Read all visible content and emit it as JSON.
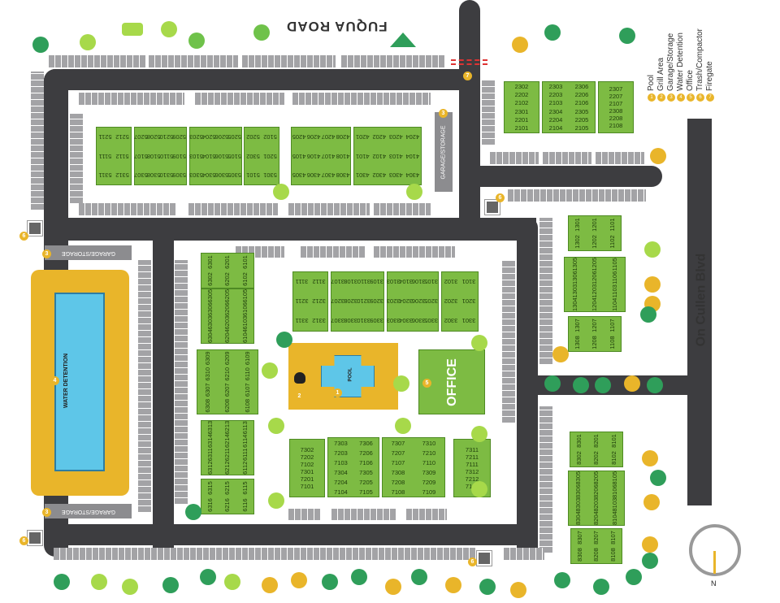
{
  "roads": {
    "north": "FUQUA ROAD",
    "east": "On Cullen Blvd"
  },
  "legend": [
    {
      "num": "1",
      "label": "Pool"
    },
    {
      "num": "2",
      "label": "Grill Area"
    },
    {
      "num": "3",
      "label": "Garage/Storage"
    },
    {
      "num": "4",
      "label": "Water Detention"
    },
    {
      "num": "5",
      "label": "Office"
    },
    {
      "num": "6",
      "label": "Trash/Compactor"
    },
    {
      "num": "7",
      "label": "Firegate"
    }
  ],
  "amenities": {
    "water_detention": "WATER DETENTION",
    "pool": "POOL",
    "office": "OFFICE",
    "garage_top": "GARAGE/STORAGE",
    "garage_left_top": "GARAGE/STORAGE",
    "garage_left_bottom": "GARAGE/STORAGE"
  },
  "compass": {
    "north": "N"
  },
  "buildings": {
    "b5100": [
      "5301",
      "5101",
      "5201",
      "5302",
      "5102",
      "5202"
    ],
    "b5300": [
      "5312",
      "5311",
      "5112",
      "5111",
      "5212",
      "5211"
    ],
    "b5100b": [
      "5309",
      "5109",
      "5209",
      "5310",
      "5110",
      "5210",
      "5308",
      "5108",
      "5208",
      "5307",
      "5107",
      "5207"
    ],
    "b5100c": [
      "5305",
      "5105",
      "5205",
      "5306",
      "5106",
      "5206",
      "5304",
      "5104",
      "5204",
      "5303",
      "5103",
      "5203"
    ],
    "b4300": [
      "4308",
      "4108",
      "4208",
      "4307",
      "4107",
      "4207",
      "4306",
      "4106",
      "4206",
      "4305",
      "4105",
      "4205"
    ],
    "b4300b": [
      "4304",
      "4104",
      "4204",
      "4303",
      "4103",
      "4203",
      "4302",
      "4102",
      "4202",
      "4301",
      "4101",
      "4201"
    ],
    "b2300": [
      "2302",
      "2202",
      "2102",
      "2301",
      "2201",
      "2101"
    ],
    "b2300b": [
      "2303",
      "2203",
      "2103",
      "2304",
      "2204",
      "2104",
      "2306",
      "2206",
      "2106",
      "2305",
      "2205",
      "2105"
    ],
    "b2300c": [
      "2307",
      "2207",
      "2107",
      "2308",
      "2208",
      "2108"
    ],
    "b1300": [
      "1302",
      "1202",
      "1102",
      "1301",
      "1201",
      "1101"
    ],
    "b1300b": [
      "1304",
      "1204",
      "1104",
      "1303",
      "1203",
      "1103",
      "1306",
      "1206",
      "1106",
      "1305",
      "1205",
      "1105"
    ],
    "b1300c": [
      "1308",
      "1208",
      "1108",
      "1307",
      "1207",
      "1107"
    ],
    "b6300": [
      "6302",
      "6202",
      "6102",
      "6301",
      "6201",
      "6101"
    ],
    "b6300b": [
      "6304",
      "6204",
      "6104",
      "6303",
      "6203",
      "6103",
      "6306",
      "6206",
      "6106",
      "6305",
      "6205",
      "6105"
    ],
    "b6300c": [
      "6308",
      "6208",
      "6108",
      "6307",
      "6207",
      "6107",
      "6310",
      "6210",
      "6110",
      "6309",
      "6209",
      "6109"
    ],
    "b6300d": [
      "6312",
      "6212",
      "6112",
      "6311",
      "6211",
      "6111",
      "6314",
      "6214",
      "6114",
      "6313",
      "6213",
      "6113"
    ],
    "b6300e": [
      "6316",
      "6216",
      "6116",
      "6315",
      "6215",
      "6115"
    ],
    "b3300": [
      "3312",
      "3212",
      "3112",
      "3311",
      "3211",
      "3111"
    ],
    "b3300b": [
      "3309",
      "3209",
      "3109",
      "3310",
      "3210",
      "3110",
      "3308",
      "3208",
      "3108",
      "3307",
      "3207",
      "3107"
    ],
    "b3300c": [
      "3305",
      "3205",
      "3105",
      "3306",
      "3206",
      "3106",
      "3304",
      "3204",
      "3104",
      "3303",
      "3203",
      "3103"
    ],
    "b3300d": [
      "3301",
      "3201",
      "3101",
      "3302",
      "3202",
      "3102"
    ],
    "b7300": [
      "7302",
      "7202",
      "7102",
      "7301",
      "7201",
      "7101"
    ],
    "b7300b": [
      "7303",
      "7203",
      "7103",
      "7304",
      "7204",
      "7104",
      "7306",
      "7206",
      "7106",
      "7305",
      "7205",
      "7105"
    ],
    "b7300c": [
      "7307",
      "7207",
      "7107",
      "7308",
      "7208",
      "7108",
      "7310",
      "7210",
      "7110",
      "7309",
      "7209",
      "7109"
    ],
    "b7300d": [
      "7311",
      "7211",
      "7111",
      "7312",
      "7212",
      "7112"
    ],
    "b8300": [
      "8302",
      "8202",
      "8102",
      "8301",
      "8201",
      "8101"
    ],
    "b8300b": [
      "8304",
      "8204",
      "8104",
      "8303",
      "8203",
      "8103",
      "8306",
      "8206",
      "8106",
      "8305",
      "8205",
      "8105"
    ],
    "b8300c": [
      "8308",
      "8208",
      "8108",
      "8307",
      "8207",
      "8107"
    ]
  },
  "markers": {
    "m1": "1",
    "m2": "2",
    "m3a": "3",
    "m3b": "3",
    "m3c": "3",
    "m4": "4",
    "m5": "5",
    "m6a": "6",
    "m6b": "6",
    "m6c": "6",
    "m6d": "6",
    "m7": "7"
  }
}
